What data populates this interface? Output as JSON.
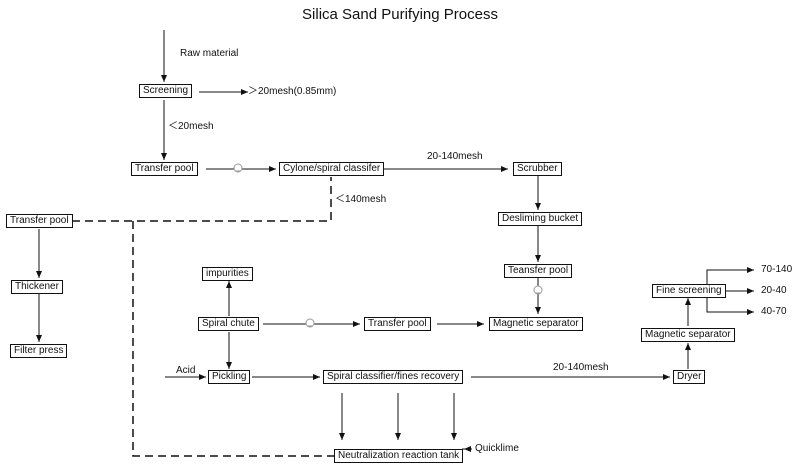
{
  "title": "Silica Sand Purifying Process",
  "nodes": {
    "screening": "Screening",
    "transfer_pool_1": "Transfer pool",
    "cyclone": "Cylone/spiral classifer",
    "scrubber": "Scrubber",
    "desliming": "Desliming bucket",
    "teansfer_pool": "Teansfer pool",
    "magnetic_separator_1": "Magnetic separator",
    "transfer_pool_left": "Transfer pool",
    "thickener": "Thickener",
    "filter_press": "Filter press",
    "impurities": "impurities",
    "spiral_chute": "Spiral chute",
    "transfer_pool_2": "Transfer pool",
    "pickling": "Pickling",
    "spiral_classifier_fines": "Spiral classifier/fines recovery",
    "neutralization": "Neutralization reaction tank",
    "dryer": "Dryer",
    "magnetic_separator_2": "Magnetic separator",
    "fine_screening": "Fine screening"
  },
  "labels": {
    "raw_material": "Raw material",
    "over_20mesh": "＞20mesh(0.85mm)",
    "under_20mesh": "＜20mesh",
    "mesh_20_140_top": "20-140mesh",
    "under_140mesh": "＜140mesh",
    "acid": "Acid",
    "mesh_20_140_bottom": "20-140mesh",
    "quicklime": "Quicklime",
    "out_70_140": "70-140",
    "out_20_40": "20-40",
    "out_40_70": "40-70"
  }
}
